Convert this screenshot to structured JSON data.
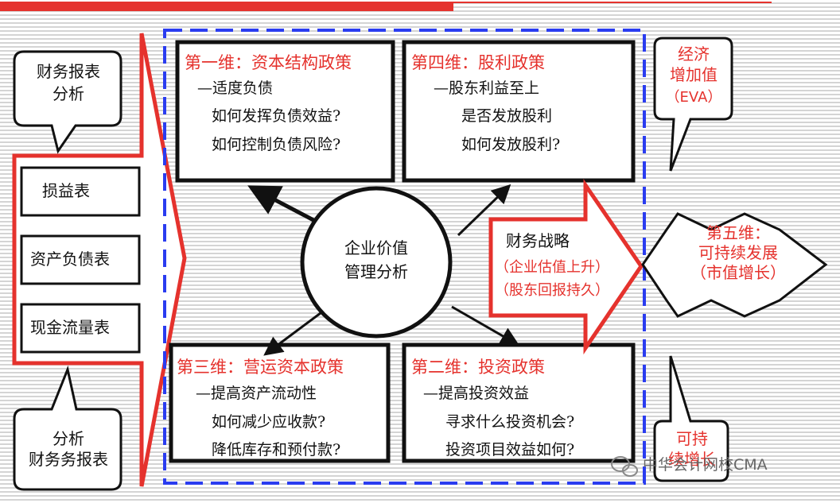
{
  "callouts": {
    "top_left": {
      "line1": "财务报表",
      "line2": "分析"
    },
    "bottom_left": {
      "line1": "分析",
      "line2": "财务务报表"
    },
    "top_right": {
      "line1": "经济",
      "line2": "增加值",
      "line3": "（EVA）"
    },
    "bottom_right": {
      "line1": "可持",
      "line2": "续增长"
    }
  },
  "statements": [
    "损益表",
    "资产负债表",
    "现金流量表"
  ],
  "center": {
    "line1": "企业价值",
    "line2": "管理分析"
  },
  "boxes": {
    "dim1": {
      "title": "第一维：资本结构政策",
      "sub": "—适度负债",
      "q1": "如何发挥负债效益?",
      "q2": "如何控制负债风险?"
    },
    "dim4": {
      "title": "第四维：股利政策",
      "sub": "—股东利益至上",
      "q1": "是否发放股利",
      "q2": "如何发放股利?"
    },
    "dim3": {
      "title": "第三维：营运资本政策",
      "sub": "—提高资产流动性",
      "q1": "如何减少应收款?",
      "q2": "降低库存和预付款?"
    },
    "dim2": {
      "title": "第二维：投资政策",
      "sub": "—提高投资效益",
      "q1": "寻求什么投资机会?",
      "q2": "投资项目效益如何?"
    }
  },
  "strategy": {
    "title": "财务战略",
    "line1": "（企业估值上升）",
    "line2": "（股东回报持久）"
  },
  "dim5": {
    "line1": "第五维：",
    "line2": "可持续发展",
    "line3": "（市值增长）"
  },
  "watermark": "中华会计网校CMA",
  "colors": {
    "accent_red": "#e5322d",
    "dashed_blue": "#2a3cf0",
    "frame": "#111111"
  }
}
